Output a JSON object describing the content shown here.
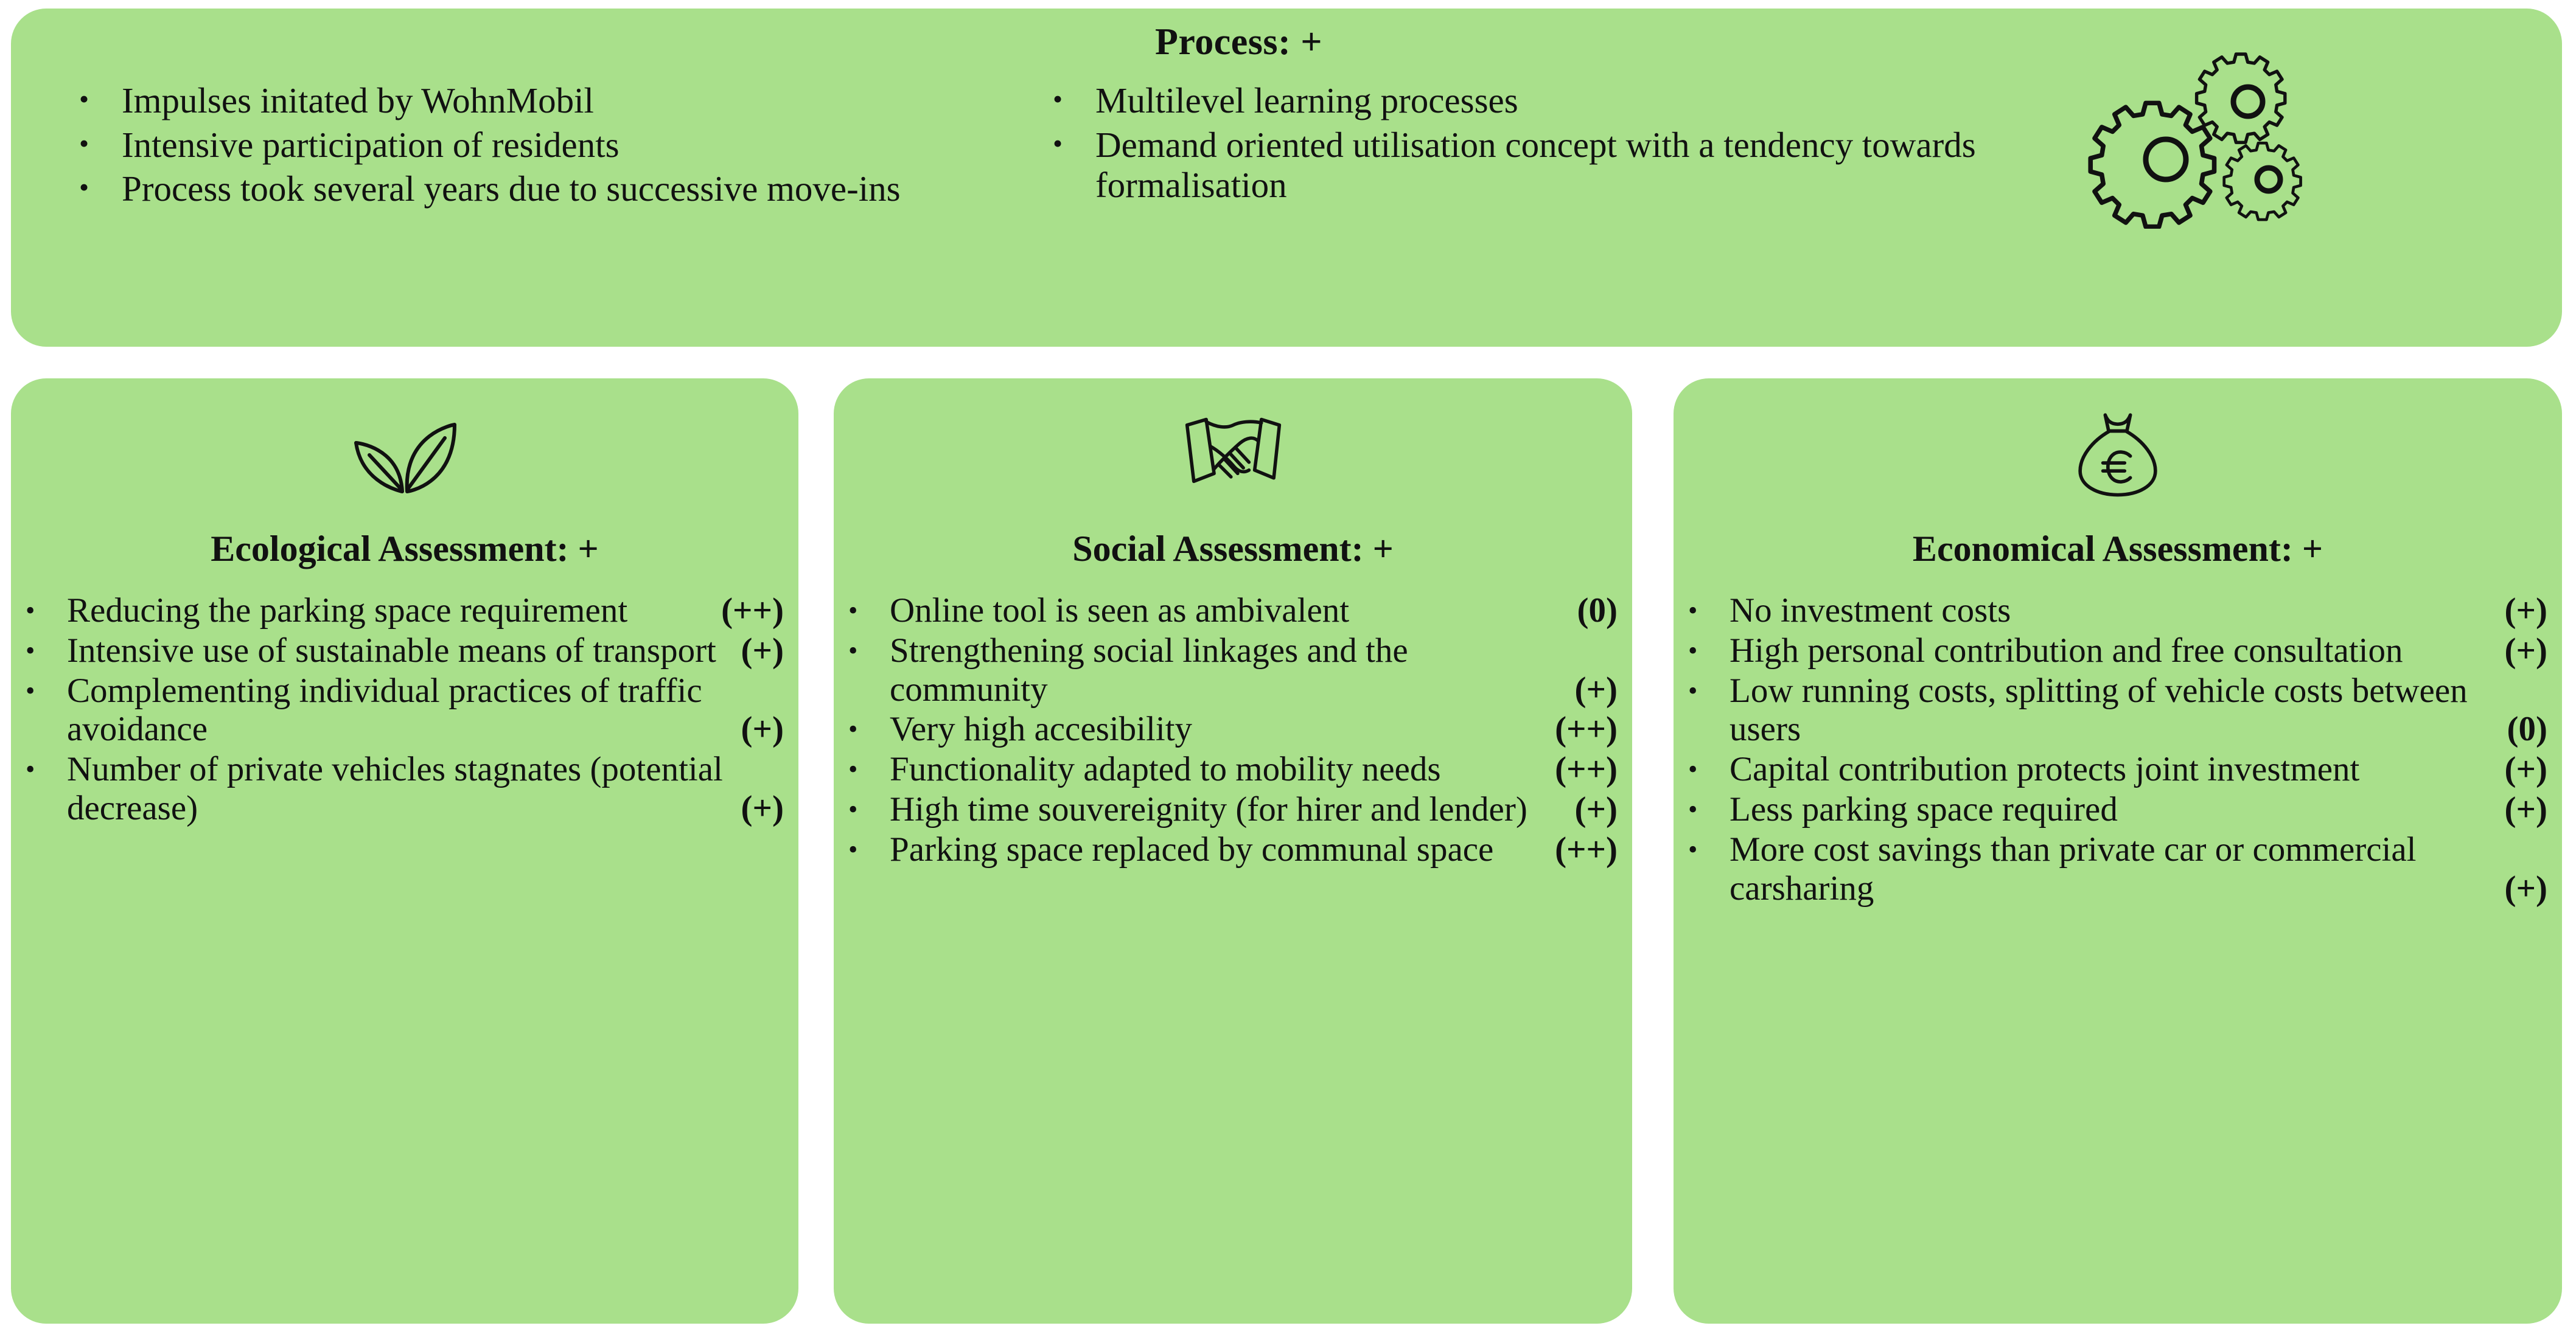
{
  "theme": {
    "card_bg": "#A9E08B",
    "page_bg": "#FFFFFF",
    "text": "#111111"
  },
  "process": {
    "title": "Process: +",
    "icon": "gears-icon",
    "left_bullets": [
      "Impulses initated by WohnMobil",
      "Intensive participation of residents",
      "Process took several years due to successive move-ins"
    ],
    "right_bullets": [
      "Multilevel learning processes",
      "Demand oriented utilisation concept with a tendency towards formalisation"
    ]
  },
  "assessments": [
    {
      "id": "ecological",
      "icon": "leaves-icon",
      "title": "Ecological Assessment: +",
      "items": [
        {
          "text": "Reducing the parking space requirement",
          "rating": "(++)"
        },
        {
          "text": "Intensive use of sustainable means of transport",
          "rating": "(+)"
        },
        {
          "text": "Complementing individual practices of traffic avoidance",
          "rating": "(+)"
        },
        {
          "text": "Number of private vehicles stagnates (potential decrease)",
          "rating": "(+)"
        }
      ]
    },
    {
      "id": "social",
      "icon": "handshake-icon",
      "title": "Social Assessment: +",
      "items": [
        {
          "text": "Online tool is seen as ambivalent",
          "rating": "(0)"
        },
        {
          "text": "Strengthening social linkages and the community",
          "rating": "(+)"
        },
        {
          "text": "Very high accesibility",
          "rating": "(++)"
        },
        {
          "text": "Functionality adapted to mobility needs",
          "rating": "(++)"
        },
        {
          "text": "High time souvereignity (for hirer and lender)",
          "rating": "(+)"
        },
        {
          "text": "Parking space replaced by communal space",
          "rating": "(++)"
        }
      ]
    },
    {
      "id": "economical",
      "icon": "money-bag-euro-icon",
      "title": "Economical Assessment: +",
      "items": [
        {
          "text": "No investment costs",
          "rating": "(+)"
        },
        {
          "text": "High personal contribution and free consultation",
          "rating": "(+)"
        },
        {
          "text": "Low running costs, splitting of vehicle costs between users",
          "rating": "(0)"
        },
        {
          "text": "Capital contribution protects joint investment",
          "rating": "(+)"
        },
        {
          "text": "Less parking space required",
          "rating": "(+)"
        },
        {
          "text": "More cost savings than private car or commercial carsharing",
          "rating": "(+)"
        }
      ]
    }
  ]
}
